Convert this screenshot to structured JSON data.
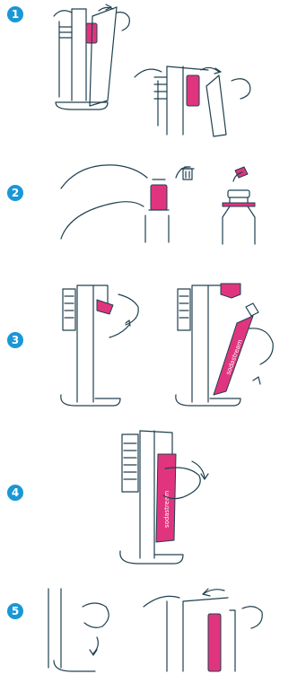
{
  "steps": [
    {
      "number": "1"
    },
    {
      "number": "2"
    },
    {
      "number": "3",
      "bottle_brand": "sodastream"
    },
    {
      "number": "4",
      "bottle_brand": "sodastream"
    },
    {
      "number": "5"
    }
  ],
  "colors": {
    "badge": "#1a97d6",
    "accent": "#e0357e",
    "line": "#20404f"
  },
  "icons": [
    "trash-can-icon",
    "curved-arrow-icon",
    "hand-icon"
  ]
}
